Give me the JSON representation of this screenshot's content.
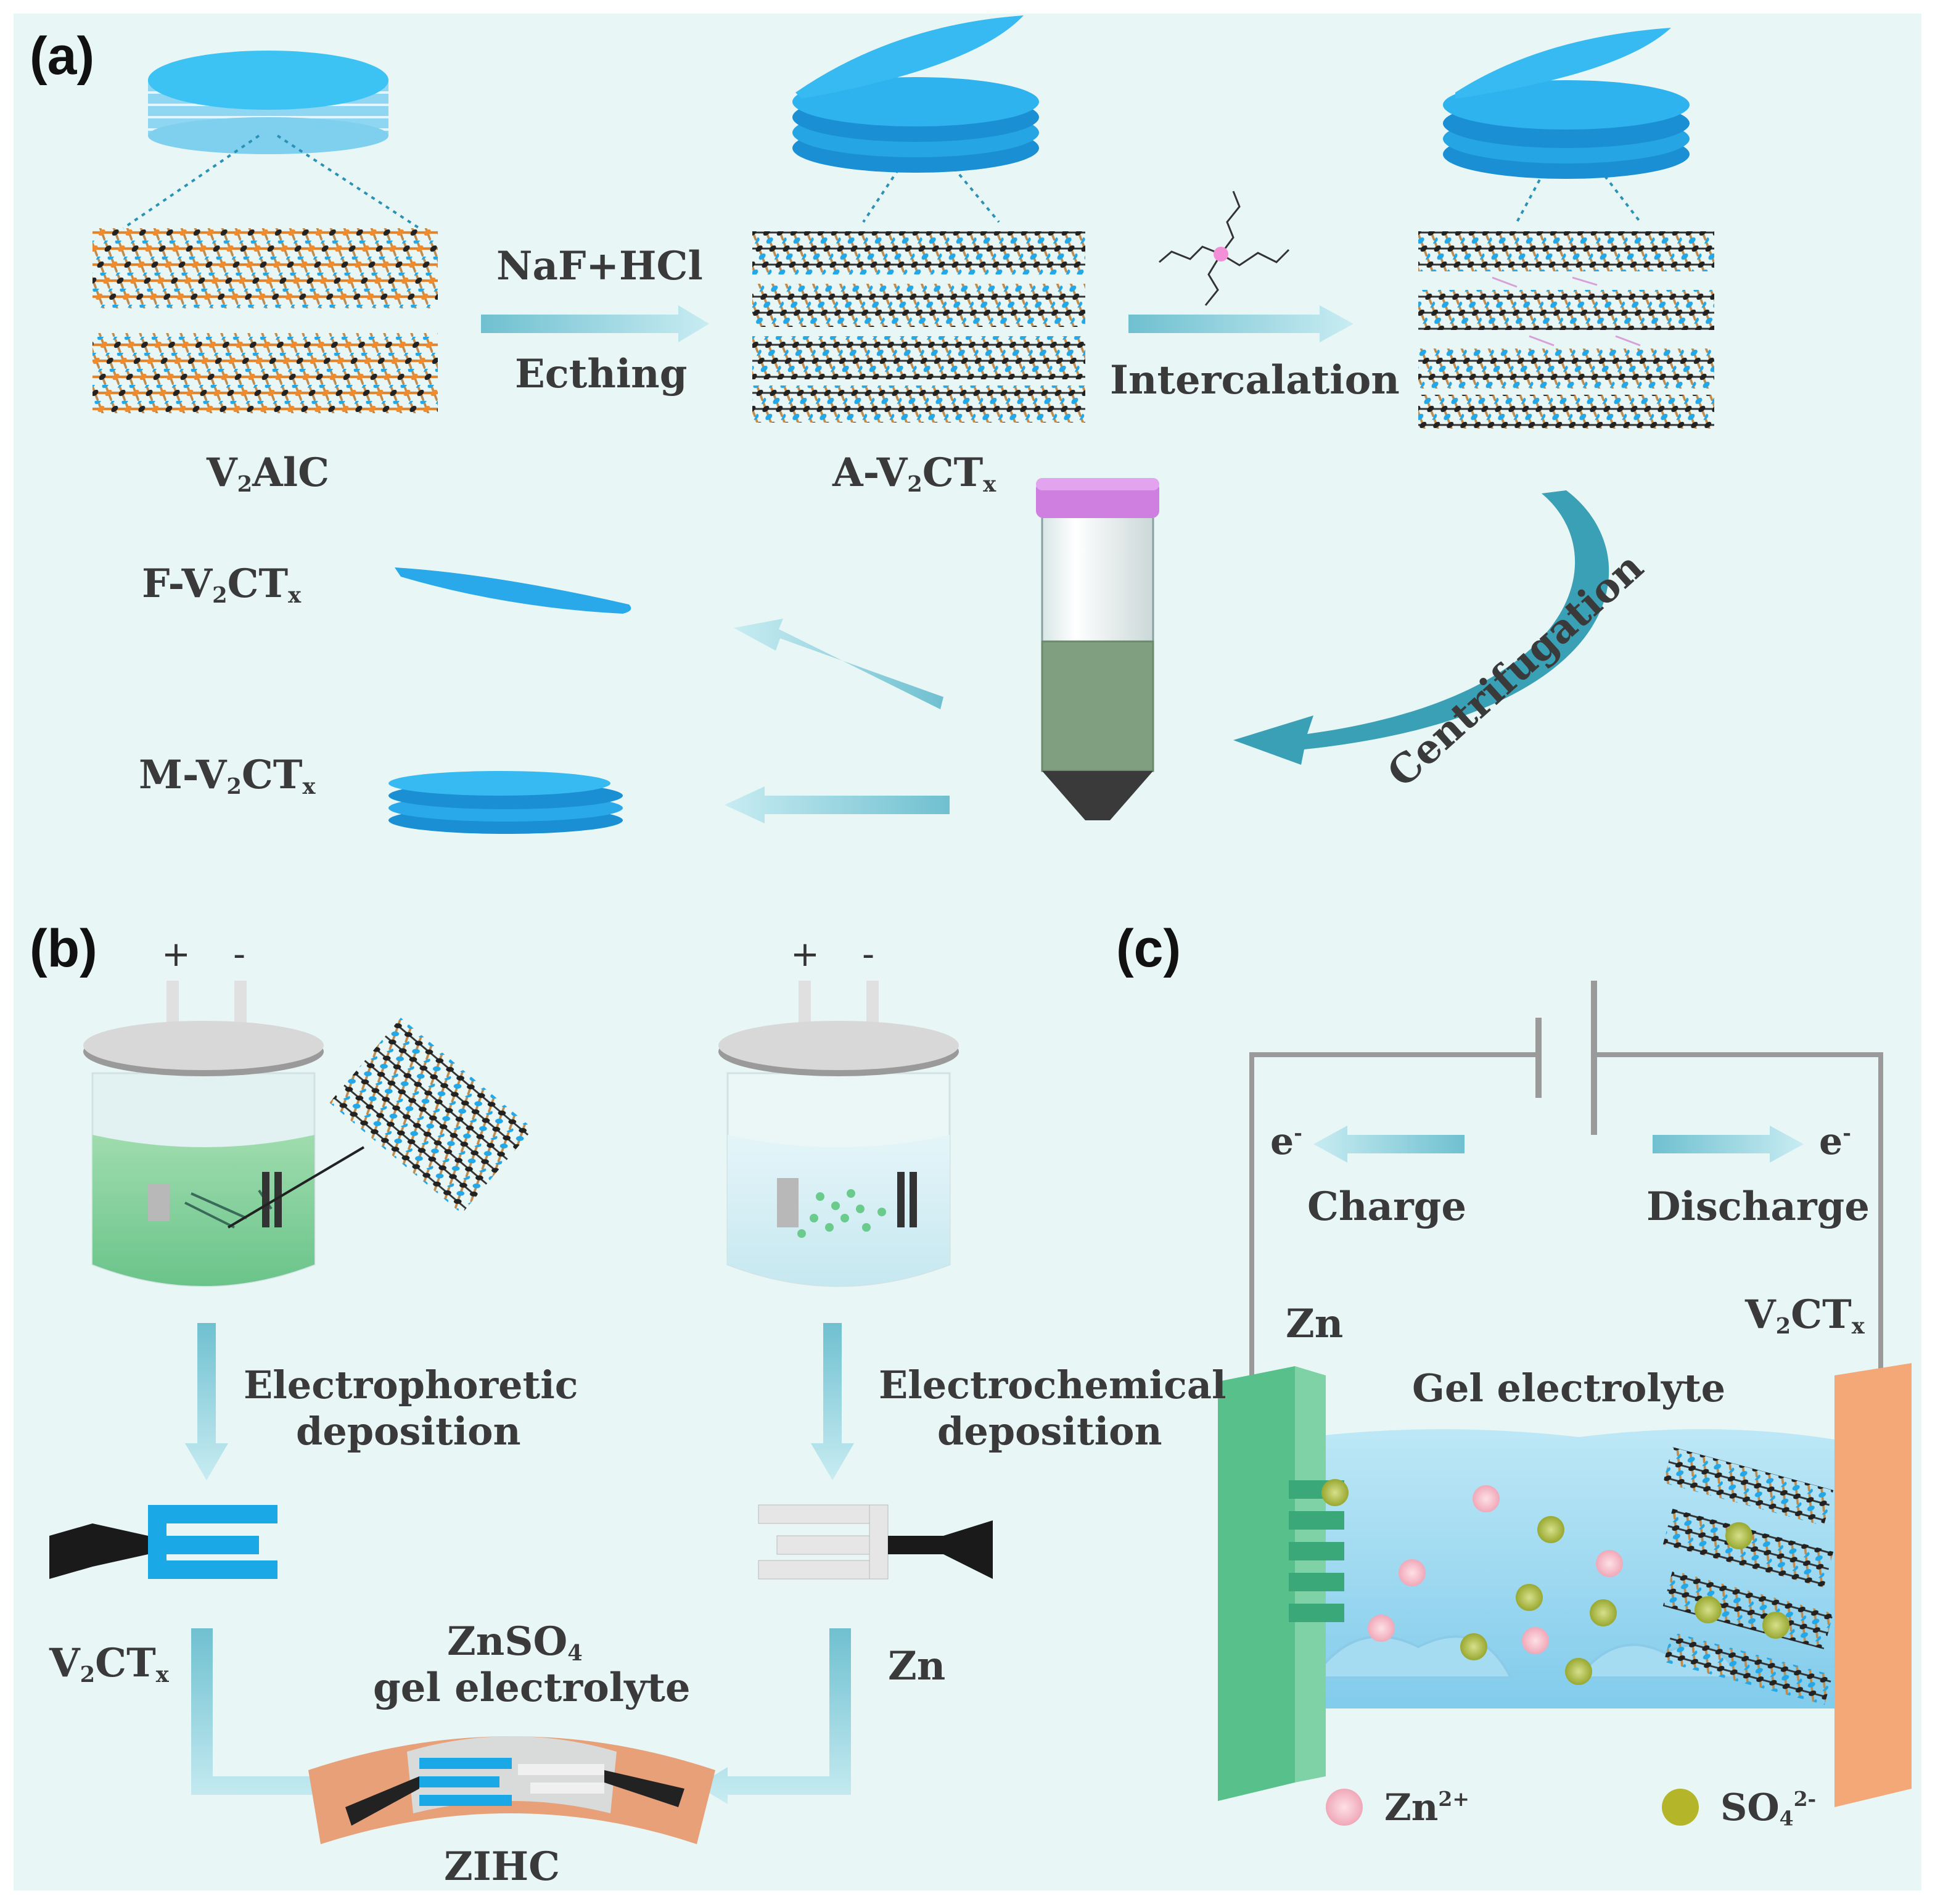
{
  "panels": {
    "a": "(a)",
    "b": "(b)",
    "c": "(c)"
  },
  "colors": {
    "background": "#e8f6f6",
    "mxene_blue": "#1aa8e6",
    "arrow_teal": "#7cc8d6",
    "tube_cap": "#cf7fe0",
    "tube_liquid": "#7f9f80",
    "zn_electrode": "#58c08a",
    "v2ctx_electrode": "#f4a877",
    "zn_ion": "#f5b8c4",
    "so4_ion": "#b5b52a",
    "electrolyte": "#8fd3ef",
    "substrate": "#e8a079",
    "circuit": "#9a9a9a"
  },
  "icons": [
    "mxene-lattice-icon",
    "sheet-stack-icon",
    "tam-molecule-icon",
    "centrifuge-tube-icon",
    "beaker-icon",
    "interdigital-electrode-icon",
    "battery-icon",
    "ion-dot-icon"
  ],
  "a": {
    "v2alc": {
      "main": "V",
      "sub1": "2",
      "rest": "AlC"
    },
    "etch_reagent": "NaF+HCl",
    "etch_label": "Ecthing",
    "a_v2ctx": {
      "prefix": "A-V",
      "sub": "2",
      "mid": "CT",
      "sub2": "x"
    },
    "intercalation": "Intercalation",
    "centrifugation": "Centrifugation",
    "f_v2ctx": {
      "prefix": "F-V",
      "sub": "2",
      "mid": "CT",
      "sub2": "x"
    },
    "m_v2ctx": {
      "prefix": "M-V",
      "sub": "2",
      "mid": "CT",
      "sub2": "x"
    }
  },
  "b": {
    "plus": "+",
    "minus": "-",
    "plus2": "+",
    "minus2": "-",
    "epd_line1": "Electrophoretic",
    "epd_line2": "deposition",
    "ecd_line1": "Electrochemical",
    "ecd_line2": "deposition",
    "v2ctx": {
      "prefix": "V",
      "sub": "2",
      "mid": "CT",
      "sub2": "x"
    },
    "zn": "Zn",
    "znso4": {
      "prefix": "ZnSO",
      "sub": "4"
    },
    "gel_electrolyte": "gel electrolyte",
    "zihc": "ZIHC"
  },
  "c": {
    "e_left": {
      "base": "e",
      "sup": "-"
    },
    "e_right": {
      "base": "e",
      "sup": "-"
    },
    "charge": "Charge",
    "discharge": "Discharge",
    "zn": "Zn",
    "v2ctx": {
      "prefix": "V",
      "sub": "2",
      "mid": "CT",
      "sub2": "x"
    },
    "gel_electrolyte": "Gel electrolyte",
    "legend_zn": {
      "base": "Zn",
      "sup": "2+"
    },
    "legend_so4": {
      "base": "SO",
      "sub": "4",
      "sup": "2-"
    }
  }
}
